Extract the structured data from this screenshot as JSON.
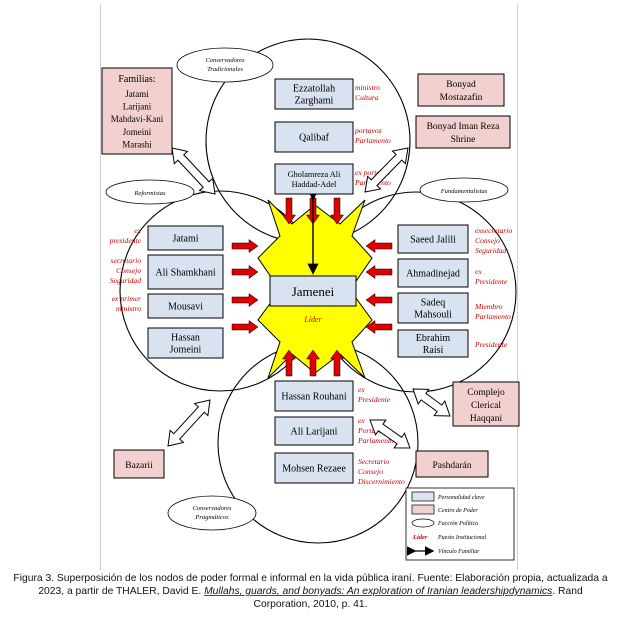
{
  "factions": {
    "conservadores_tradicionales": "Conservadores Tradicionales",
    "reformistas": "Reformistas",
    "fundamentalistas": "Fundamentalistas",
    "conservadores_pragmaticos": "Conservadores Pragmáticos"
  },
  "center": {
    "name": "Jamenei",
    "role": "Líder"
  },
  "top_people": [
    {
      "name": "Ezzatollah Zarghami",
      "role": "ministro Cultura"
    },
    {
      "name": "Qalibaf",
      "role": "portavoz Parlamento"
    },
    {
      "name": "Gholamreza Ali Haddad-Adel",
      "role": "ex portavoz Parlamento"
    }
  ],
  "left_people": [
    {
      "name": "Jatami",
      "role": "ex presidente"
    },
    {
      "name": "Ali Shamkhani",
      "role": "secretario Consejo Seguridad"
    },
    {
      "name": "Mousavi",
      "role": "ex primer ministro"
    },
    {
      "name": "Hassan Jomeini",
      "role": ""
    }
  ],
  "right_people": [
    {
      "name": "Saeed Jalili",
      "role": "exsecretario Consejo Seguridad"
    },
    {
      "name": "Ahmadinejad",
      "role": "ex Presidente"
    },
    {
      "name": "Sadeq Mahsouli",
      "role": "Miembro Parlamento"
    },
    {
      "name": "Ebrahim Raisí",
      "role": "Presidente"
    }
  ],
  "bottom_people": [
    {
      "name": "Hassan Rouhani",
      "role": "ex Presidente"
    },
    {
      "name": "Ali Larijani",
      "role": "ex Portavoz Parlamento"
    },
    {
      "name": "Mohsen Rezaee",
      "role": "Secretario Consejo Discernimiento"
    }
  ],
  "power_centers": {
    "familias_title": "Familias:",
    "familias_list": [
      "Jatami",
      "Larijani",
      "Mahdavi-Kani",
      "Jomeini",
      "Marashi"
    ],
    "bonyad_mostazafin": "Bonyad Mostazafin",
    "bonyad_imam_reza": "Bonyad Iman Reza Shrine",
    "complejo_clerical": "Complejo Clerical Haqqani",
    "bazarii": "Bazarii",
    "pashdaran": "Pashdarán"
  },
  "legend": {
    "personalidad": "Personalidad clave",
    "centro": "Centro de Poder",
    "faccion": "Facción Política",
    "lider_word": "Líder",
    "puesto": "Puesto Institucional",
    "vinculo": "Vínculo Familiar"
  },
  "caption": {
    "before_title": "Figura 3. Superposición de los nodos de poder formal e informal en la vida pública iraní. Fuente: Elaboración propia, actualizada a 2023, a partir de THALER, David E. ",
    "title": "Mullahs, guards, and bonyads: An exploration of Iranian leadershipdynamics",
    "after_title": ". Rand Corporation, 2010, p. 41."
  },
  "colors": {
    "person_fill": "#d9e2f0",
    "center_fill": "#f2d0d0",
    "star_fill": "#ffff00",
    "arrow_red": "#e00000",
    "role_red": "#cc0000"
  }
}
